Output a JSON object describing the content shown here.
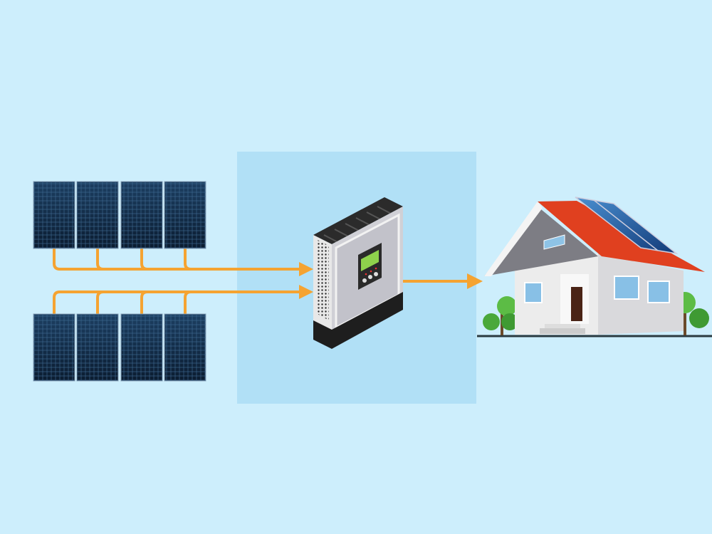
{
  "diagram": {
    "components": [
      {
        "id": "solar-array-top",
        "icon": "solar-panel-icon",
        "count": 4
      },
      {
        "id": "solar-array-bottom",
        "icon": "solar-panel-icon",
        "count": 4
      },
      {
        "id": "inverter",
        "icon": "inverter-icon"
      },
      {
        "id": "house",
        "icon": "house-with-solar-roof-icon"
      }
    ],
    "flows": [
      {
        "from": "solar-array-top",
        "to": "inverter"
      },
      {
        "from": "solar-array-bottom",
        "to": "inverter"
      },
      {
        "from": "inverter",
        "to": "house"
      }
    ]
  },
  "colors": {
    "background": "#cdeefc",
    "highlight_box": "#b1e0f6",
    "wire": "#f5a331",
    "panel": "#13304f",
    "roof": "#e0401f"
  }
}
